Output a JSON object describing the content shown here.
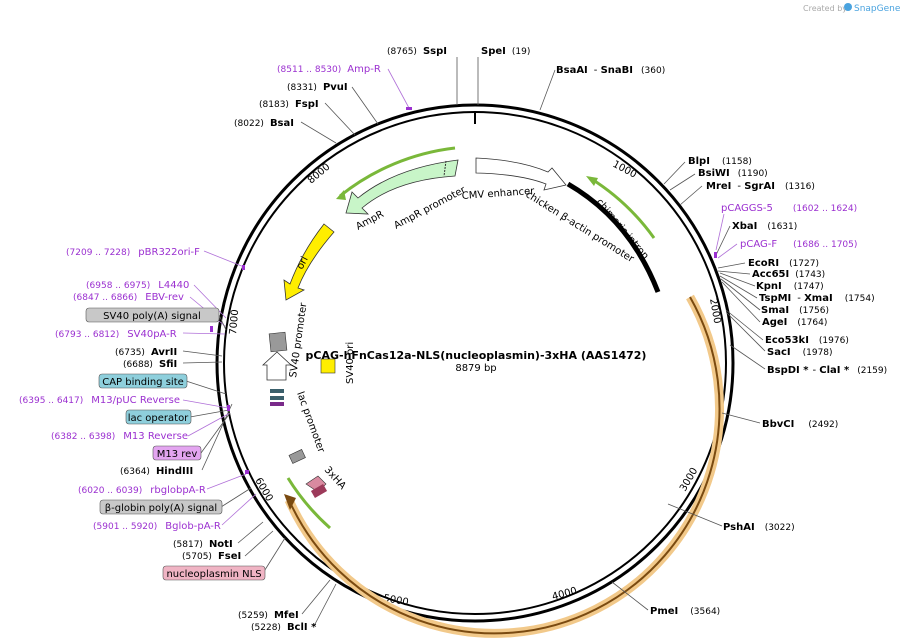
{
  "watermark": {
    "text": "Created by",
    "brand": "SnapGene"
  },
  "plasmid": {
    "name": "pCAG-hFnCas12a-NLS(nucleoplasmin)-3xHA (AAS1472)",
    "size": "8879 bp"
  },
  "ticks": [
    "1000",
    "2000",
    "3000",
    "4000",
    "5000",
    "6000",
    "7000",
    "8000"
  ],
  "features": {
    "amp_promoter": "AmpR promoter",
    "ampr": "AmpR",
    "cmv": "CMV enhancer",
    "chicken": "chicken β-actin promoter",
    "intron": "chimeric intron",
    "ori": "ori",
    "sv40_promoter": "SV40 promoter",
    "sv40_ori": "SV40 ori",
    "lac_promoter": "lac promoter",
    "three_ha": "3xHA"
  },
  "enzymes": [
    {
      "name": "SspI",
      "pos": "(8765)"
    },
    {
      "name": "SpeI",
      "pos": "(19)"
    },
    {
      "name": "BsaAI",
      "name2": "SnaBI",
      "pos": "(360)"
    },
    {
      "name": "PvuI",
      "pos": "(8331)"
    },
    {
      "name": "FspI",
      "pos": "(8183)"
    },
    {
      "name": "BsaI",
      "pos": "(8022)"
    },
    {
      "name": "BlpI",
      "pos": "(1158)"
    },
    {
      "name": "BsiWI",
      "pos": "(1190)"
    },
    {
      "name": "MreI",
      "name2": "SgrAI",
      "pos": "(1316)"
    },
    {
      "name": "XbaI",
      "pos": "(1631)"
    },
    {
      "name": "EcoRI",
      "pos": "(1727)"
    },
    {
      "name": "Acc65I",
      "pos": "(1743)"
    },
    {
      "name": "KpnI",
      "pos": "(1747)"
    },
    {
      "name": "TspMI",
      "name2": "XmaI",
      "pos": "(1754)"
    },
    {
      "name": "SmaI",
      "pos": "(1756)"
    },
    {
      "name": "AgeI",
      "pos": "(1764)"
    },
    {
      "name": "Eco53kI",
      "pos": "(1976)"
    },
    {
      "name": "SacI",
      "pos": "(1978)"
    },
    {
      "name": "BspDI *",
      "name2": "ClaI *",
      "pos": "(2159)"
    },
    {
      "name": "BbvCI",
      "pos": "(2492)"
    },
    {
      "name": "PshAI",
      "pos": "(3022)"
    },
    {
      "name": "PmeI",
      "pos": "(3564)"
    },
    {
      "name": "AvrII",
      "pos": "(6735)"
    },
    {
      "name": "SfiI",
      "pos": "(6688)"
    },
    {
      "name": "HindIII",
      "pos": "(6364)"
    },
    {
      "name": "NotI",
      "pos": "(5817)"
    },
    {
      "name": "FseI",
      "pos": "(5705)"
    },
    {
      "name": "MfeI",
      "pos": "(5259)"
    },
    {
      "name": "BclI *",
      "pos": "(5228)"
    }
  ],
  "primers": [
    {
      "name": "Amp-R",
      "pos": "(8511 .. 8530)"
    },
    {
      "name": "pCAGGS-5",
      "pos": "(1602 .. 1624)"
    },
    {
      "name": "pCAG-F",
      "pos": "(1686 .. 1705)"
    },
    {
      "name": "pBR322ori-F",
      "pos": "(7209 .. 7228)"
    },
    {
      "name": "L4440",
      "pos": "(6958 .. 6975)"
    },
    {
      "name": "EBV-rev",
      "pos": "(6847 .. 6866)"
    },
    {
      "name": "SV40pA-R",
      "pos": "(6793 .. 6812)"
    },
    {
      "name": "M13/pUC Reverse",
      "pos": "(6395 .. 6417)"
    },
    {
      "name": "M13 Reverse",
      "pos": "(6382 .. 6398)"
    },
    {
      "name": "rbglobpA-R",
      "pos": "(6020 .. 6039)"
    },
    {
      "name": "Bglob-pA-R",
      "pos": "(5901 .. 5920)"
    }
  ],
  "boxes": [
    {
      "text": "SV40 poly(A) signal",
      "color": "#c8c8c8"
    },
    {
      "text": "CAP binding site",
      "color": "#8ecfdc"
    },
    {
      "text": "lac operator",
      "color": "#8ecfdc"
    },
    {
      "text": "M13 rev",
      "color": "#e3a5f0"
    },
    {
      "text": "β-globin poly(A) signal",
      "color": "#c8c8c8"
    },
    {
      "text": "nucleoplasmin NLS",
      "color": "#f0b4c4"
    }
  ],
  "colors": {
    "amp": "#c8f5c8",
    "ori": "#ffee00",
    "cas12a": "#f2c98a",
    "primer": "#9b30d0",
    "intron_green": "#7ab83a"
  }
}
